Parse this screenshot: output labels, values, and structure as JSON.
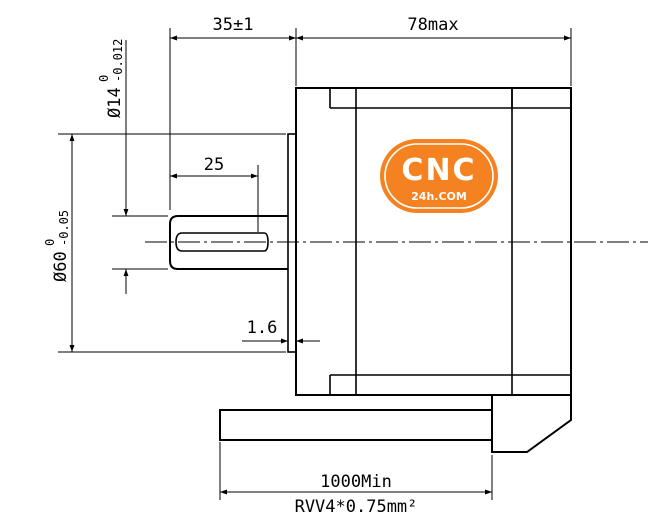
{
  "dimensions": {
    "shaft_extension": "35±1",
    "body_length": "78max",
    "shaft_diameter_base": "Ø14",
    "shaft_diameter_upper_tol": "0",
    "shaft_diameter_lower_tol": "-0.012",
    "key_length": "25",
    "pilot_diameter_base": "Ø60",
    "pilot_diameter_upper_tol": "0",
    "pilot_diameter_lower_tol": "-0.05",
    "flange_step": "1.6",
    "cable_length": "1000Min",
    "cable_spec": "RVV4*0.75mm²"
  },
  "logo": {
    "main": "CNC",
    "sub": "24h.COM",
    "color": "#f58220"
  }
}
